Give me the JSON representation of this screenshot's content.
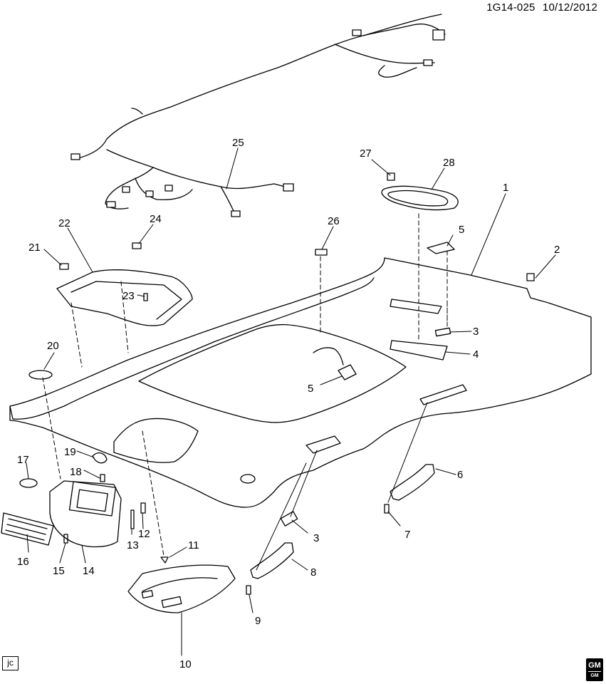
{
  "header": {
    "figure_id": "1G14-025",
    "date": "10/12/2012"
  },
  "corner_tag": "jc",
  "logo": {
    "text": "GM",
    "sub": "GM"
  },
  "callouts": [
    "1",
    "2",
    "3",
    "3",
    "4",
    "5",
    "5",
    "6",
    "7",
    "8",
    "9",
    "10",
    "11",
    "12",
    "13",
    "14",
    "15",
    "16",
    "17",
    "18",
    "19",
    "20",
    "21",
    "22",
    "23",
    "24",
    "25",
    "26",
    "27",
    "28"
  ]
}
